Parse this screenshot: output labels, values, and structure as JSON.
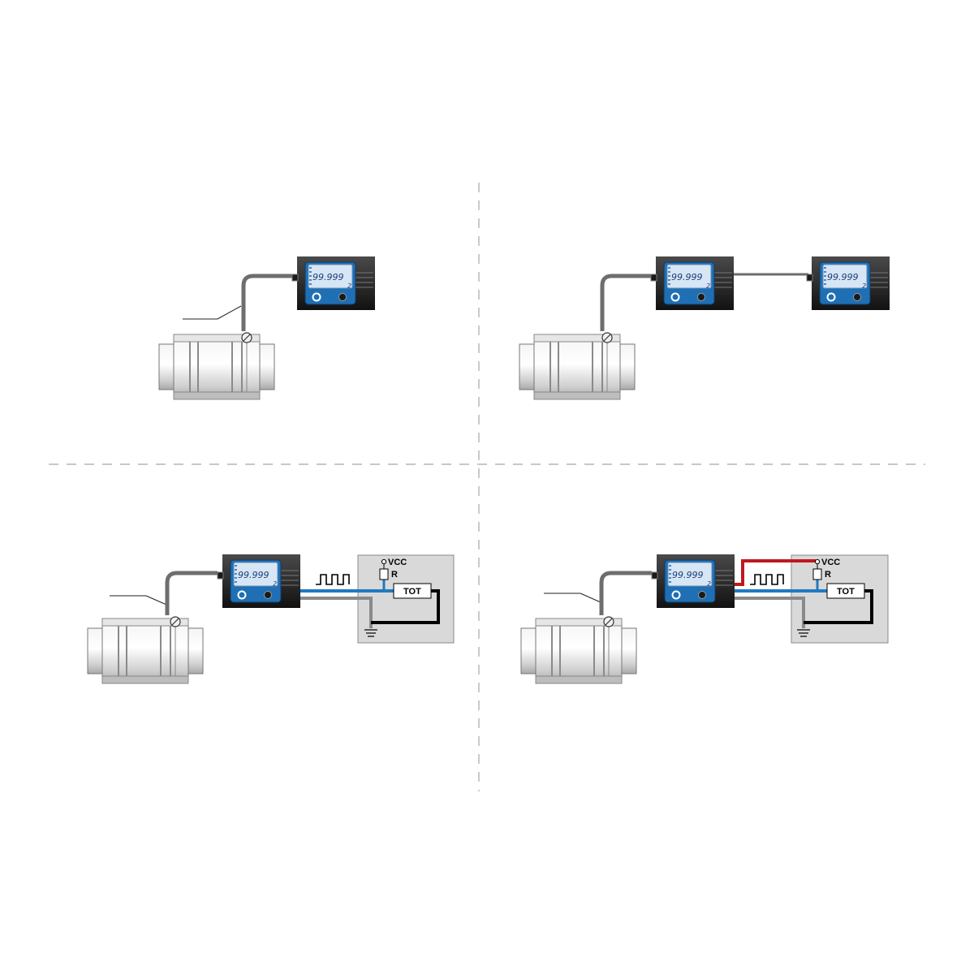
{
  "display": {
    "reading": "99.999",
    "sub": "2"
  },
  "receiver": {
    "vcc": "VCC",
    "resistor": "R",
    "totalizer": "TOT"
  },
  "colors": {
    "panel": "#d9d9d9",
    "counter_body": "#2b2b2b",
    "counter_face": "#1f6fb5",
    "lcd": "#cfe0f0",
    "signal_wire": "#1f7ac2",
    "power_wire": "#c0181e",
    "ground_wire": "#000000",
    "cable": "#6e6e6e"
  },
  "quadrants": [
    {
      "id": "sensor-with-counter"
    },
    {
      "id": "sensor-counter-repeater"
    },
    {
      "id": "sensor-counter-pulse-output-npn"
    },
    {
      "id": "sensor-counter-pulse-output-powered"
    }
  ]
}
